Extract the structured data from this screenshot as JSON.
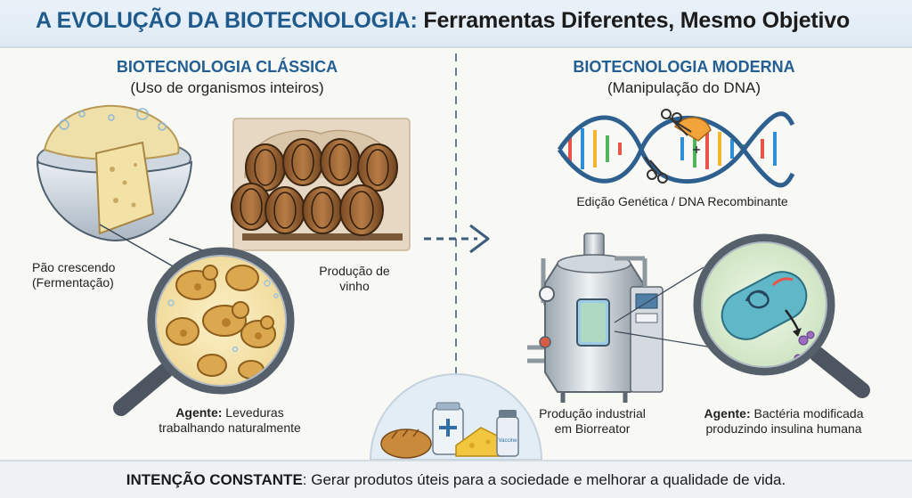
{
  "header": {
    "title_highlight": "A EVOLUÇÃO DA BIOTECNOLOGIA:",
    "title_rest": " Ferramentas Diferentes, Mesmo Objetivo"
  },
  "classic": {
    "heading": "BIOTECNOLOGIA CLÁSSICA",
    "subheading": "(Uso de organismos inteiros)",
    "bread_label_line1": "Pão crescendo",
    "bread_label_line2": "(Fermentação)",
    "wine_label_line1": "Produção de",
    "wine_label_line2": "vinho",
    "agent_prefix": "Agente:",
    "agent_text_line1": " Leveduras",
    "agent_text_line2": "trabalhando naturalmente"
  },
  "modern": {
    "heading": "BIOTECNOLOGIA MODERNA",
    "subheading": "(Manipulação do DNA)",
    "dna_label": "Edição Genética / DNA Recombinante",
    "bioreactor_label_line1": "Produção industrial",
    "bioreactor_label_line2": "em Biorreator",
    "agent_prefix": "Agente:",
    "agent_text_line1": " Bactéria modificada",
    "agent_text_line2": "produzindo insulina humana"
  },
  "products": {
    "vaccine_label": "Vaccine"
  },
  "footer": {
    "prefix": "INTENÇÃO CONSTANTE",
    "text": ": Gerar produtos úteis para a sociedade e melhorar a qualidade de vida."
  },
  "colors": {
    "title_blue": "#1f5a8c",
    "heading_blue": "#235f93"
  }
}
